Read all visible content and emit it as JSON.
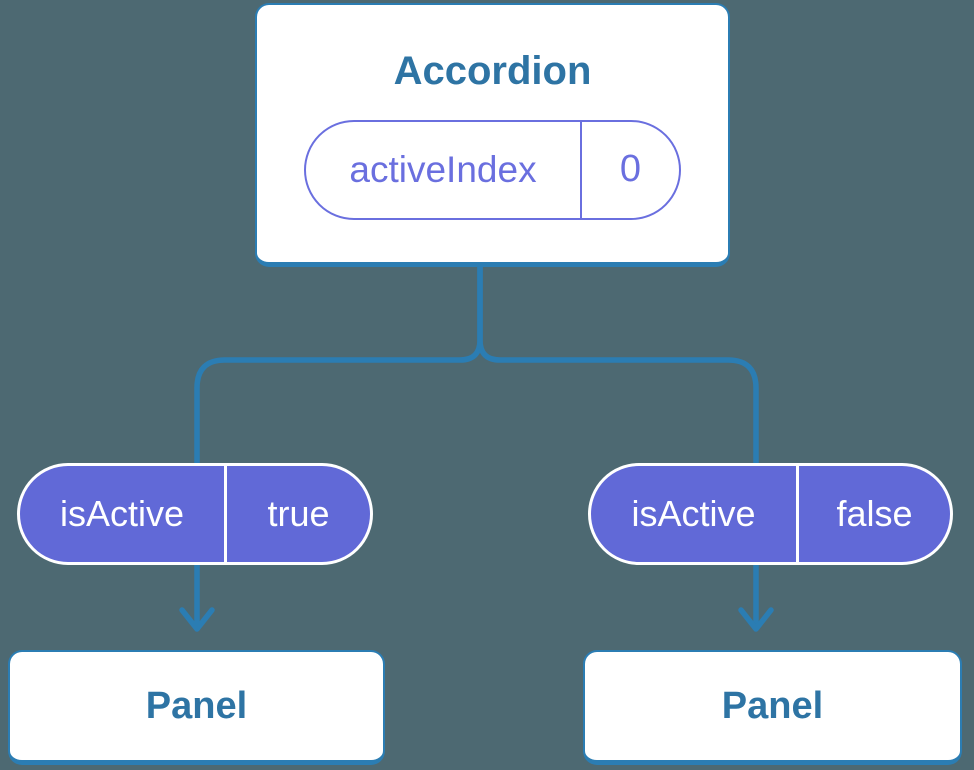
{
  "colors": {
    "background": "#4d6972",
    "line_blue": "#2b7db3",
    "heading_blue": "#2e74a4",
    "purple_fill": "#6169d7",
    "purple_outline": "#6a6fdf",
    "card_bg": "#ffffff",
    "pill_text_color": "#ffffff"
  },
  "diagram": {
    "type": "component-tree",
    "root": {
      "title": "Accordion",
      "state": {
        "name": "activeIndex",
        "value": "0"
      }
    },
    "children": [
      {
        "prop": {
          "name": "isActive",
          "value": "true"
        },
        "label": "Panel"
      },
      {
        "prop": {
          "name": "isActive",
          "value": "false"
        },
        "label": "Panel"
      }
    ]
  }
}
